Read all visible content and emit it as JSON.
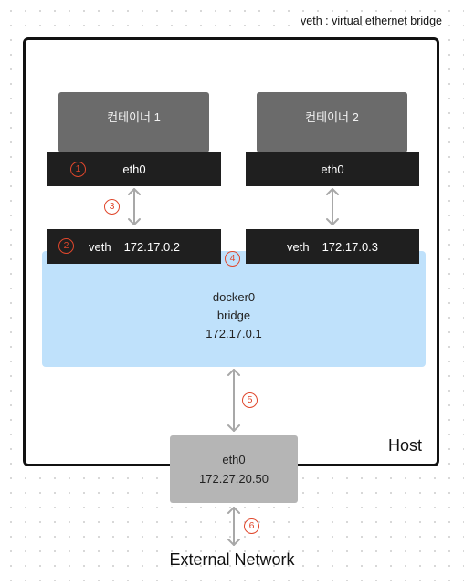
{
  "legend": "veth : virtual ethernet bridge",
  "host": {
    "label": "Host"
  },
  "containers": [
    {
      "name": "컨테이너 1",
      "eth": "eth0",
      "veth_label": "veth",
      "veth_ip": "172.17.0.2"
    },
    {
      "name": "컨테이너 2",
      "eth": "eth0",
      "veth_label": "veth",
      "veth_ip": "172.17.0.3"
    }
  ],
  "bridge": {
    "name": "docker0",
    "type": "bridge",
    "ip": "172.17.0.1"
  },
  "host_eth": {
    "name": "eth0",
    "ip": "172.27.20.50"
  },
  "external": "External Network",
  "markers": [
    "1",
    "2",
    "3",
    "4",
    "5",
    "6"
  ],
  "colors": {
    "marker": "#e0472c",
    "bridge": "#bfe1fb",
    "container": "#6b6b6b",
    "interface": "#1f1f1f",
    "host_eth": "#b5b5b5",
    "arrow": "#a8a8a8"
  }
}
